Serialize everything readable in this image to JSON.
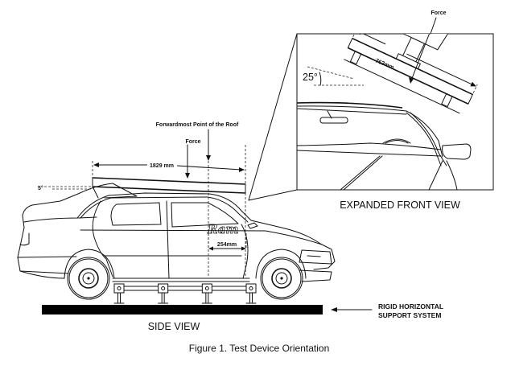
{
  "figure": {
    "caption": "Figure 1. Test Device Orientation"
  },
  "side_view": {
    "title": "SIDE VIEW",
    "plate_length_label": "1829 mm",
    "pitch_angle_label": "5°",
    "force_label": "Force",
    "forwardmost_label": "Forwardmost Point of the Roof",
    "offset_label": "254mm",
    "support_label_line1": "RIGID HORIZONTAL",
    "support_label_line2": "SUPPORT SYSTEM",
    "support_stands_count": 4
  },
  "front_view": {
    "title": "EXPANDED FRONT VIEW",
    "force_label": "Force",
    "plate_width_label": "762mm",
    "roll_angle_label": "25°"
  },
  "colors": {
    "line": "#111111",
    "background": "#ffffff",
    "support": "#000000"
  }
}
